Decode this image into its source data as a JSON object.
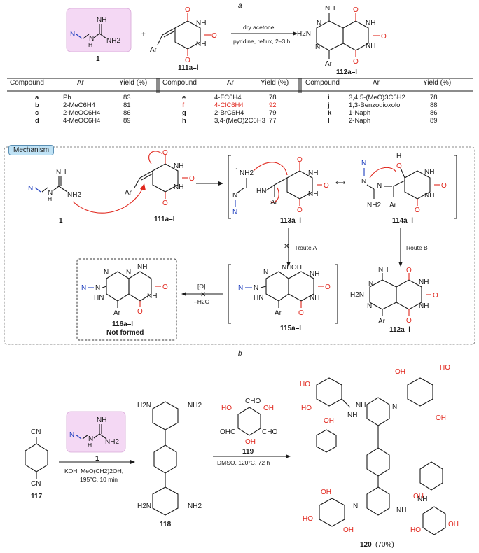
{
  "panel_labels": {
    "a": "a",
    "b": "b"
  },
  "reaction_a": {
    "reagent1_label": "1",
    "reagent2_label": "111a–l",
    "product_label": "112a–l",
    "conditions_top": "dry acetone",
    "conditions_bottom": "pyridine, reflux, 2–3 h",
    "plus": "+",
    "atoms": {
      "N": "N",
      "NH": "NH",
      "NH2": "NH2",
      "H2N": "H2N",
      "Ar": "Ar",
      "O": "O",
      "HN": "HN",
      "NH_im": "NH"
    }
  },
  "table": {
    "headers": [
      "Compound",
      "Ar",
      "Yield (%)"
    ],
    "columns": [
      {
        "rows": [
          {
            "id": "a",
            "ar": "Ph",
            "yield": "83"
          },
          {
            "id": "b",
            "ar": "2-MeC6H4",
            "yield": "81"
          },
          {
            "id": "c",
            "ar": "2-MeOC6H4",
            "yield": "86"
          },
          {
            "id": "d",
            "ar": "4-MeOC6H4",
            "yield": "89"
          }
        ]
      },
      {
        "rows": [
          {
            "id": "e",
            "ar": "4-FC6H4",
            "yield": "78"
          },
          {
            "id": "f",
            "ar": "4-ClC6H4",
            "yield": "92",
            "highlight": true
          },
          {
            "id": "g",
            "ar": "2-BrC6H4",
            "yield": "79"
          },
          {
            "id": "h",
            "ar": "3,4-(MeO)2C6H3",
            "yield": "77"
          }
        ]
      },
      {
        "rows": [
          {
            "id": "i",
            "ar": "3,4,5-(MeO)3C6H2",
            "yield": "78"
          },
          {
            "id": "j",
            "ar": "1,3-Benzodioxolo",
            "yield": "88"
          },
          {
            "id": "k",
            "ar": "1-Naph",
            "yield": "86"
          },
          {
            "id": "l",
            "ar": "2-Naph",
            "yield": "89"
          }
        ]
      }
    ]
  },
  "mechanism": {
    "tag": "Mechanism",
    "label_1": "1",
    "label_111": "111a–l",
    "label_113": "113a–l",
    "label_114": "114a–l",
    "label_115": "115a–l",
    "label_116": "116a–l",
    "not_formed": "Not formed",
    "label_112": "112a–l",
    "route_a": "Route A",
    "route_b": "Route B",
    "ox_top": "[O]",
    "ox_bottom": "–H2O"
  },
  "reaction_b": {
    "label_117": "117",
    "label_1": "1",
    "label_118": "118",
    "label_119": "119",
    "product_label": "120",
    "product_yield": "(70%)",
    "conditions_1_top": "KOH, MeO(CH2)2OH,",
    "conditions_1_bottom": "195°C, 10 min",
    "conditions_2": "DMSO, 120°C, 72 h",
    "atoms": {
      "CN": "CN",
      "CHO": "CHO",
      "OHC": "OHC",
      "OH": "OH",
      "HO": "HO",
      "NH": "NH",
      "H2N": "H2N",
      "NH2": "NH2",
      "N": "N"
    }
  },
  "colors": {
    "red": "#e0261c",
    "blue": "#1f3fbf",
    "highlight_box": "#f4d8f4",
    "mech_tag": "#bfe2f5"
  }
}
